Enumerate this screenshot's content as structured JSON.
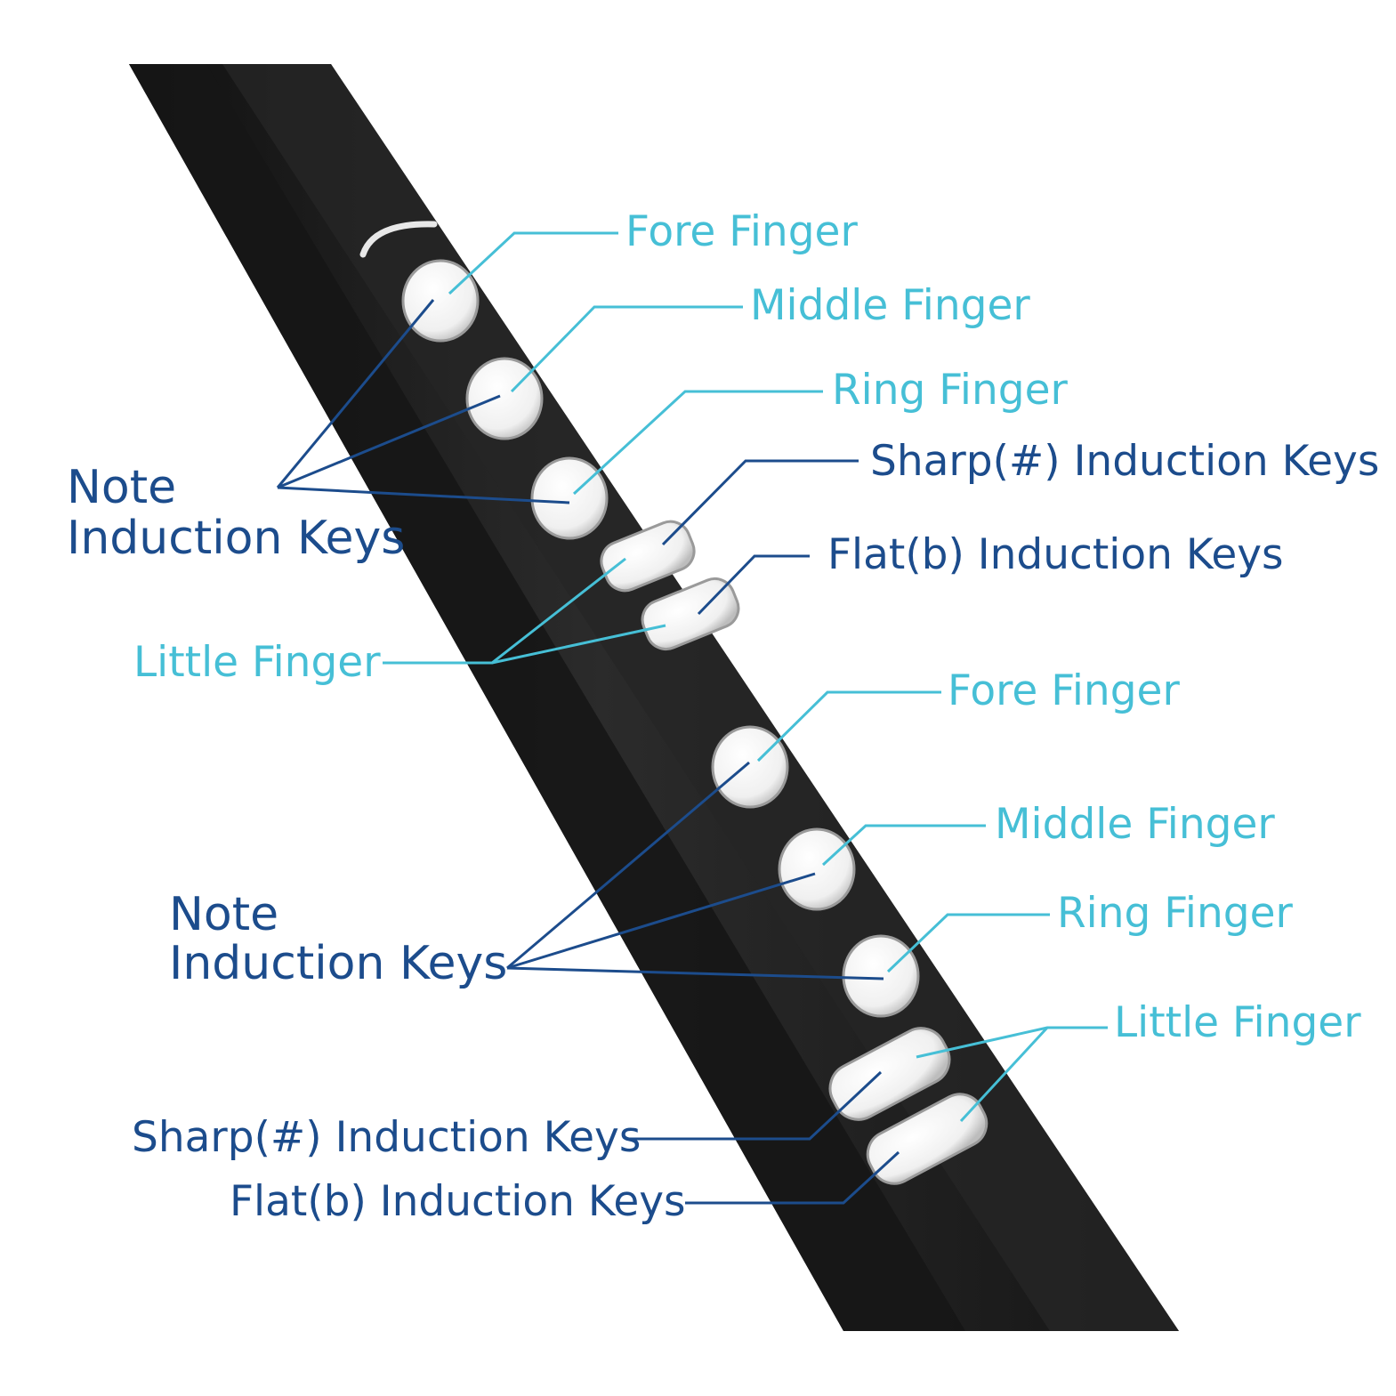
{
  "colors": {
    "background": "#ffffff",
    "body": "#1d1d1d",
    "body_highlight": "#3a3a3a",
    "key": "#f4f4f4",
    "accent_cyan": "#46bfd6",
    "accent_navy": "#1c4c8c"
  },
  "upper_hand": {
    "fore_finger": "Fore Finger",
    "middle_finger": "Middle Finger",
    "ring_finger": "Ring Finger",
    "sharp_keys": "Sharp(#) Induction Keys",
    "flat_keys": "Flat(b) Induction Keys",
    "little_finger": "Little Finger",
    "note_keys_line1": "Note",
    "note_keys_line2": "Induction Keys"
  },
  "lower_hand": {
    "fore_finger": "Fore Finger",
    "middle_finger": "Middle Finger",
    "ring_finger": "Ring Finger",
    "little_finger": "Little Finger",
    "note_keys_line1": "Note",
    "note_keys_line2": "Induction Keys",
    "sharp_keys": "Sharp(#) Induction Keys",
    "flat_keys": "Flat(b) Induction Keys"
  }
}
